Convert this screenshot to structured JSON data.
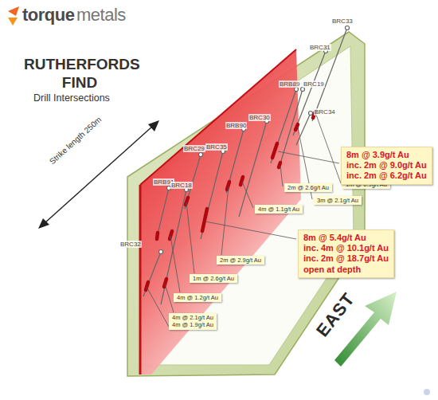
{
  "diagram": {
    "title": "RUTHERFORDS FIND",
    "nodes": [
      {
        "text": [
          "1m @ 0.9g/t Au"
        ]
      },
      {
        "text": [
          "3m @ 2.1g/t Au"
        ]
      },
      {
        "text": [
          "8m @ 3.9g/t Au",
          "inc. 2m @ 9.0g/t Au",
          "inc. 2m @ 6.2g/t Au"
        ]
      },
      {
        "text": [
          "2m @ 2.6g/t Au"
        ]
      },
      {
        "text": [
          "4m @ 1.1g/t Au"
        ]
      },
      {
        "text": [
          "8m @ 5.4g/t Au",
          "inc. 4m @ 10.1g/t Au",
          "inc. 2m @ 18.7g/t Au",
          "open at depth"
        ]
      },
      {
        "text": [
          "2m @ 2.9g/t Au"
        ]
      },
      {
        "text": [
          "1m @ 2.6g/t Au"
        ]
      },
      {
        "text": [
          "4m @ 1.2g/t Au"
        ]
      },
      {
        "text": [
          "4m @ 2.1g/t Au",
          "4m @ 1.9g/t Au"
        ]
      }
    ],
    "labels": [
      "torque",
      "metals",
      "Drill Intersections",
      "Strike length 250m",
      "EAST",
      "BRC33",
      "BRC31",
      "BRB89",
      "BRC19",
      "BRC34",
      "BRC30",
      "BRB90",
      "BRC29",
      "BRC35",
      "BRB91",
      "BRC18",
      "BRC32"
    ]
  }
}
